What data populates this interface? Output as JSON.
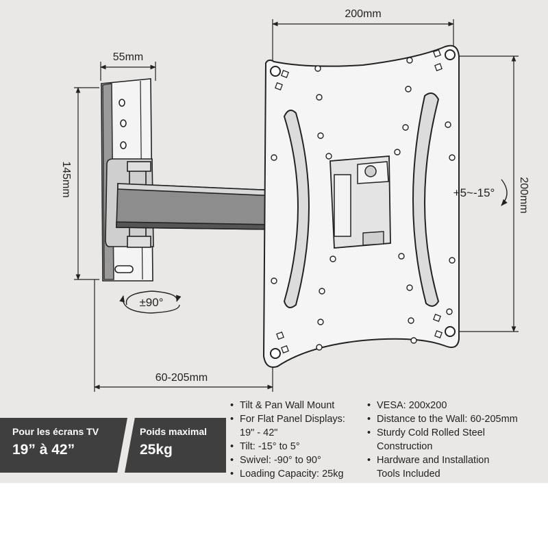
{
  "dimensions": {
    "bracket_width": "55mm",
    "bracket_height": "145mm",
    "plate_width": "200mm",
    "plate_height": "200mm",
    "extension": "60-205mm"
  },
  "rotations": {
    "swivel": "±90°",
    "tilt": "+5~-15°"
  },
  "panels": [
    {
      "line1": "Pour les écrans TV",
      "line2": "19” à 42”"
    },
    {
      "line1": "Poids maximal",
      "line2": "25kg"
    }
  ],
  "specs_left": [
    {
      "text": "Tilt & Pan Wall Mount"
    },
    {
      "text": "For Flat Panel Displays:",
      "cont": "19\" - 42\""
    },
    {
      "text": "Tilt: -15° to 5°"
    },
    {
      "text": "Swivel: -90° to 90°"
    },
    {
      "text": "Loading Capacity: 25kg"
    }
  ],
  "specs_right": [
    {
      "text": "VESA: 200x200"
    },
    {
      "text": "Distance to the Wall: 60-205mm"
    },
    {
      "text": "Sturdy Cold Rolled Steel",
      "cont": "Construction"
    },
    {
      "text": "Hardware and Installation",
      "cont": "Tools Included"
    }
  ]
}
